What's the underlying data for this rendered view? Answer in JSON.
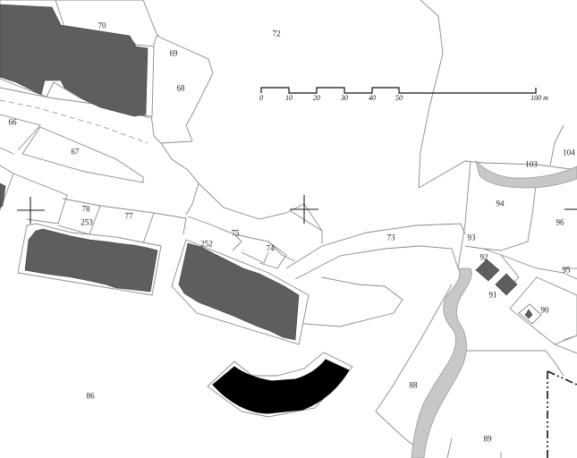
{
  "parcels": {
    "p70": "70",
    "p72": "72",
    "p69": "69",
    "p68": "68",
    "p66": "66",
    "p67": "67",
    "p78": "78",
    "p253": "253",
    "p77": "77",
    "p75": "75",
    "p252": "252",
    "p74": "74",
    "p73": "73",
    "p103": "103",
    "p104": "104",
    "p94": "94",
    "p96": "96",
    "p93": "93",
    "p95": "95",
    "p92": "92",
    "p91": "91",
    "p90": "90",
    "p88": "88",
    "p86": "86",
    "p89": "89"
  },
  "scale_bar": {
    "t0": "0",
    "t10": "10",
    "t20": "20",
    "t30": "30",
    "t40": "40",
    "t50": "50",
    "t100": "100 m"
  },
  "colors": {
    "building": "#5e5e5e",
    "new_building": "#000000",
    "stream": "#c8c8c8",
    "parcel_line": "#8a8a8a"
  }
}
